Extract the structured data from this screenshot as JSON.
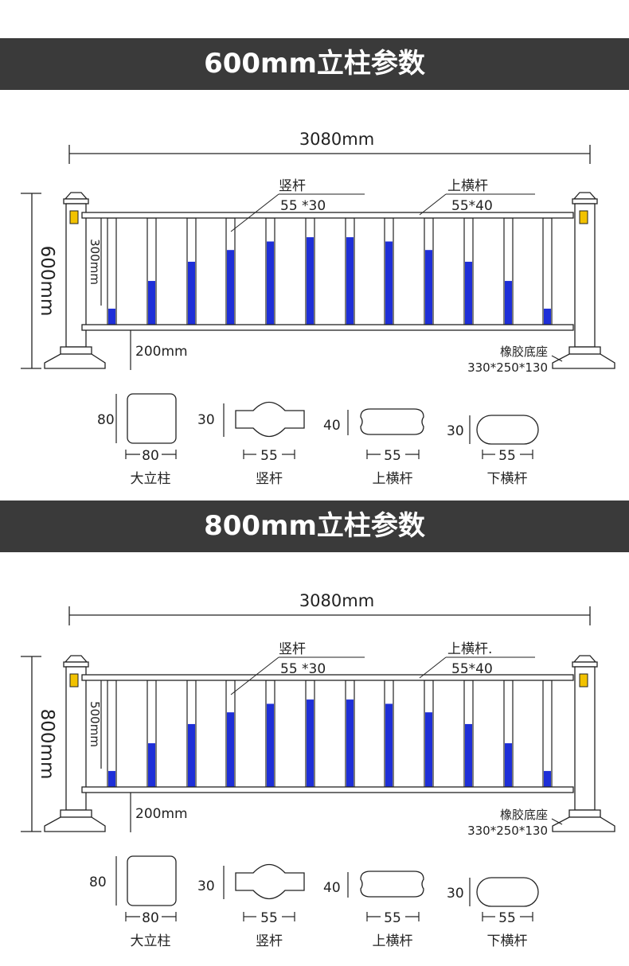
{
  "colors": {
    "banner_bg": "#3a3a3a",
    "fill": "#1e2fd8",
    "line": "#222222"
  },
  "sections": [
    {
      "title": "600mm立柱参数",
      "total_width": "3080mm",
      "height_label": "600mm",
      "fill_height_label": "300mm",
      "gap_label": "200mm",
      "vertical_bar": {
        "name": "竖杆",
        "size": "55 *30"
      },
      "top_bar": {
        "name": "上横杆",
        "size": "55*40"
      },
      "base": {
        "name": "橡胶底座",
        "size": "330*250*130"
      },
      "blue_fill_fractions": [
        0.15,
        0.41,
        0.59,
        0.7,
        0.78,
        0.82,
        0.82,
        0.78,
        0.7,
        0.59,
        0.41,
        0.15
      ],
      "cross_sections": [
        {
          "name": "大立柱",
          "width": "80",
          "height": "80"
        },
        {
          "name": "竖杆",
          "width": "55",
          "height": "30"
        },
        {
          "name": "上横杆",
          "width": "55",
          "height": "40"
        },
        {
          "name": "下横杆",
          "width": "55",
          "height": "30"
        }
      ]
    },
    {
      "title": "800mm立柱参数",
      "total_width": "3080mm",
      "height_label": "800mm",
      "fill_height_label": "500mm",
      "gap_label": "200mm",
      "vertical_bar": {
        "name": "竖杆",
        "size": "55 *30"
      },
      "top_bar": {
        "name": "上横杆.",
        "size": "55*40"
      },
      "base": {
        "name": "橡胶底座",
        "size": "330*250*130"
      },
      "blue_fill_fractions": [
        0.15,
        0.41,
        0.59,
        0.7,
        0.78,
        0.82,
        0.82,
        0.78,
        0.7,
        0.59,
        0.41,
        0.15
      ],
      "cross_sections": [
        {
          "name": "大立柱",
          "width": "80",
          "height": "80"
        },
        {
          "name": "竖杆",
          "width": "55",
          "height": "30"
        },
        {
          "name": "上横杆",
          "width": "55",
          "height": "40"
        },
        {
          "name": "下横杆",
          "width": "55",
          "height": "30"
        }
      ]
    }
  ]
}
